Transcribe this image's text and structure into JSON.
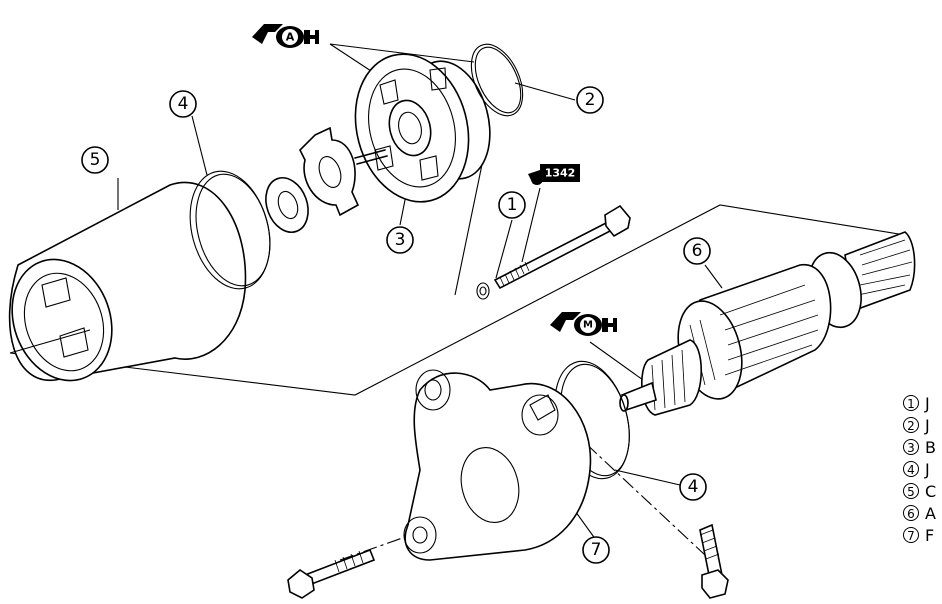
{
  "callouts": [
    {
      "id": "1",
      "label": "1"
    },
    {
      "id": "2",
      "label": "2"
    },
    {
      "id": "3",
      "label": "3"
    },
    {
      "id": "4a",
      "label": "4"
    },
    {
      "id": "4b",
      "label": "4"
    },
    {
      "id": "5",
      "label": "5"
    },
    {
      "id": "6",
      "label": "6"
    },
    {
      "id": "7",
      "label": "7"
    }
  ],
  "badges": {
    "grease_a": "A",
    "grease_m": "M",
    "thread_lock": "1342"
  },
  "legend": {
    "items": [
      {
        "num": "1",
        "text": "J"
      },
      {
        "num": "2",
        "text": "J"
      },
      {
        "num": "3",
        "text": "B"
      },
      {
        "num": "4",
        "text": "J"
      },
      {
        "num": "5",
        "text": "C"
      },
      {
        "num": "6",
        "text": "A"
      },
      {
        "num": "7",
        "text": "F"
      }
    ]
  }
}
